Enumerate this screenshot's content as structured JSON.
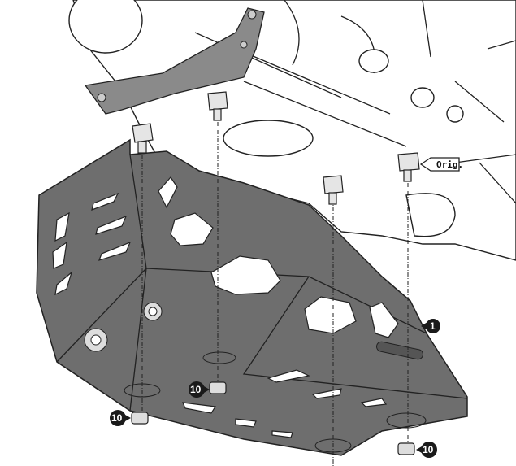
{
  "labels": {
    "orig_label": "Orig.",
    "part_1": "1",
    "nut_label_a": "10",
    "nut_label_b": "10",
    "nut_label_c": "10"
  },
  "colors": {
    "plate": "#6e6e6e",
    "plate_dark": "#4a4a4a",
    "callout": "#1a1a1a",
    "bracket": "#8a8a8a"
  }
}
